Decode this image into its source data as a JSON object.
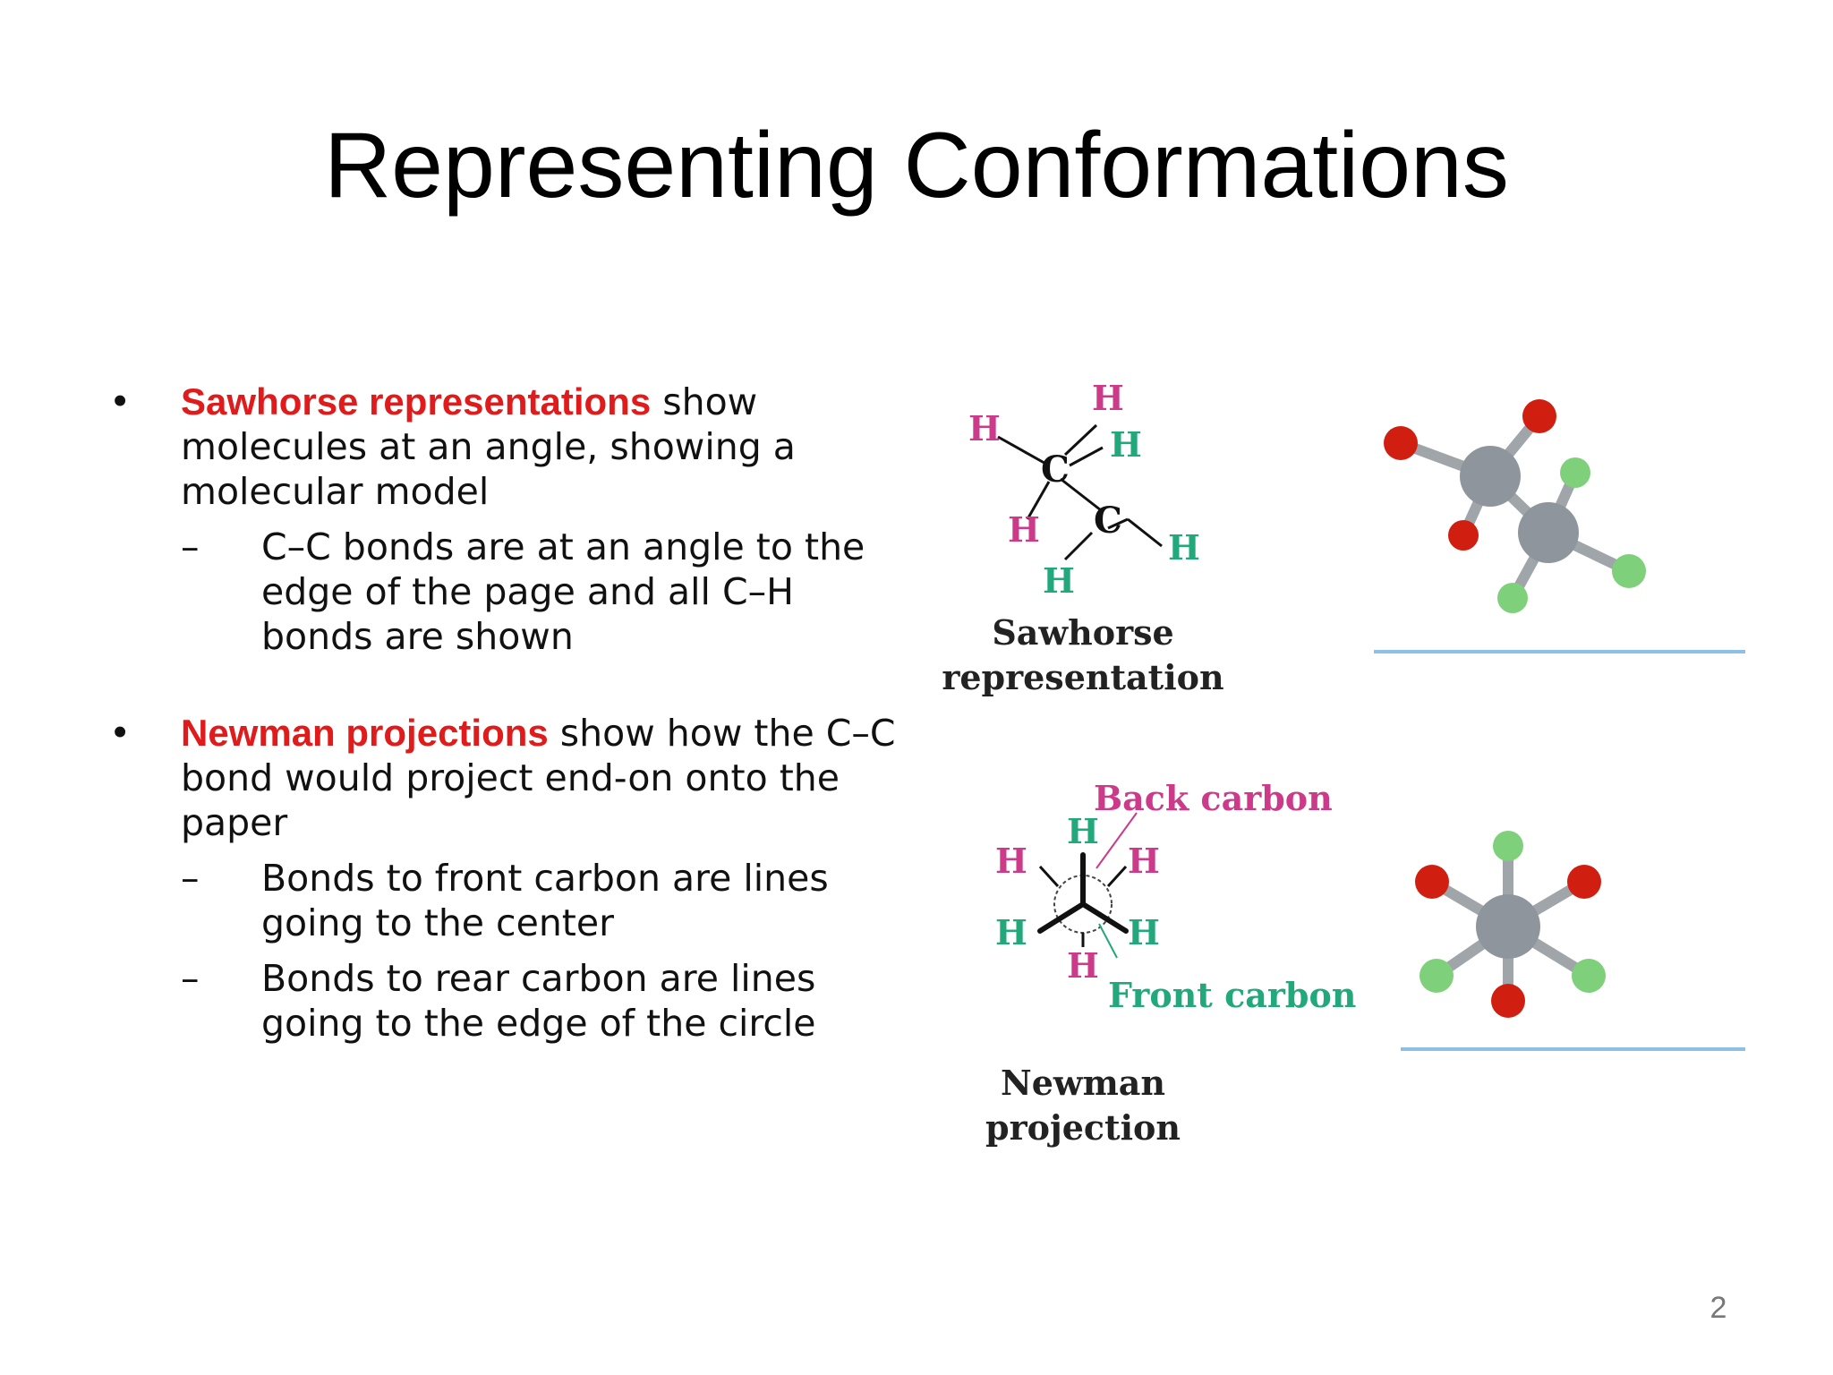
{
  "title": "Representing Conformations",
  "bullets": [
    {
      "highlight": "Sawhorse representations",
      "text": " show molecules at an angle, showing a molecular model",
      "subs": [
        "C–C bonds are at an angle to the edge of the page and all C–H bonds are shown"
      ]
    },
    {
      "highlight": "Newman projections",
      "text": " show how the C–C bond would project end-on onto the paper",
      "subs": [
        "Bonds to front carbon are lines going to the center",
        "Bonds to rear carbon are lines going to the edge of the circle"
      ]
    }
  ],
  "sawhorse": {
    "label_line1": "Sawhorse",
    "label_line2": "representation",
    "atom_h": "H",
    "atom_c": "C"
  },
  "newman": {
    "label_line1": "Newman",
    "label_line2": "projection",
    "back_carbon": "Back carbon",
    "front_carbon": "Front carbon",
    "atom_h": "H"
  },
  "page_number": "2",
  "colors": {
    "accent": "#e01b1b",
    "magenta_h": "#cc3a8a",
    "green_h": "#22a87a",
    "oxygen_red": "#d01f10",
    "hydrogen_green": "#7fd07a",
    "carbon_gray": "#8f959c",
    "baseline_blue": "#8cc0e6"
  },
  "icons": [
    "bullet-dot",
    "dash-marker",
    "ball-and-stick-model"
  ]
}
